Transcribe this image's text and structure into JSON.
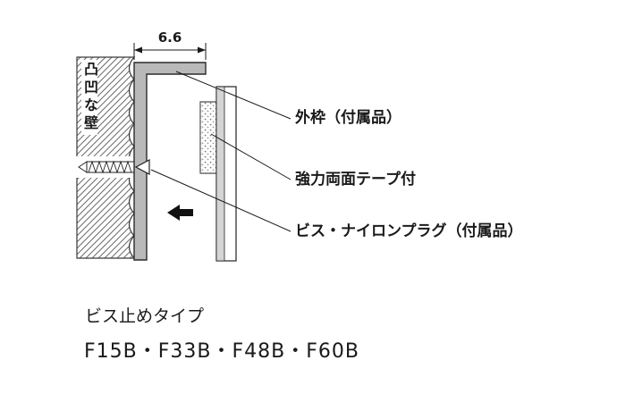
{
  "colors": {
    "ink": "#1a1a1a",
    "frame_fill": "#b9b9b9",
    "panel_strip": "#d4d4d4"
  },
  "diagram": {
    "dimension_label": "6.6",
    "wall_label": "凸凹な壁",
    "callouts": [
      {
        "label": "外枠（付属品）"
      },
      {
        "label": "強力両面テープ付"
      },
      {
        "label": "ビス・ナイロンプラグ（付属品）"
      }
    ]
  },
  "footer": {
    "type_label": "ビス止めタイプ",
    "models": "F15B・F33B・F48B・F60B"
  }
}
